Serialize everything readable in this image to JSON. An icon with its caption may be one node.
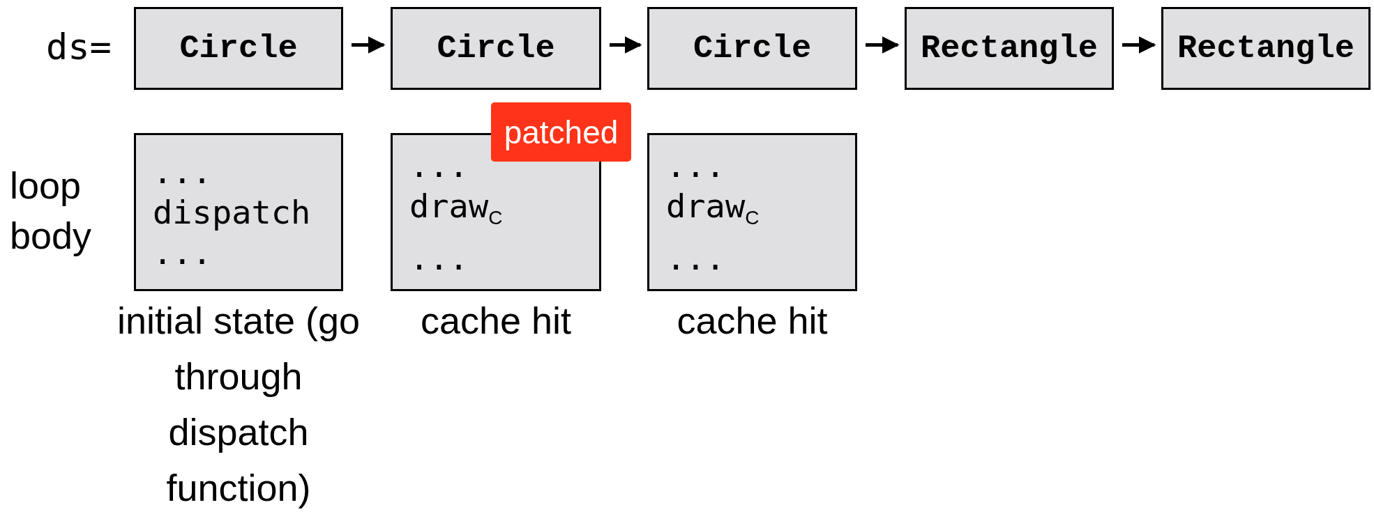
{
  "diagram": {
    "nodes": [
      {
        "text": [
          "Circle"
        ]
      },
      {
        "text": [
          "Circle"
        ]
      },
      {
        "text": [
          "Circle"
        ]
      },
      {
        "text": [
          "Rectangle"
        ]
      },
      {
        "text": [
          "Rectangle"
        ]
      },
      {
        "text": [
          "...",
          "dispatch",
          "..."
        ],
        "beside": [
          "initial state (go through dispatch function)"
        ]
      },
      {
        "text": [
          "...",
          "draw$_{C}$",
          "..."
        ],
        "beside": [
          "cache hit"
        ]
      },
      {
        "text": [
          "...",
          "draw$_{C}$",
          "..."
        ],
        "beside": [
          "cache hit"
        ]
      },
      {
        "text": [
          "patched"
        ]
      }
    ],
    "edges": [
      {
        "from": 0,
        "to": 1,
        "arrow": "to"
      },
      {
        "from": 1,
        "to": 2,
        "arrow": "to"
      },
      {
        "from": 2,
        "to": 3,
        "arrow": "to"
      },
      {
        "from": 3,
        "to": 4,
        "arrow": "to"
      }
    ],
    "labels": [
      "ds=",
      "loop body"
    ]
  }
}
